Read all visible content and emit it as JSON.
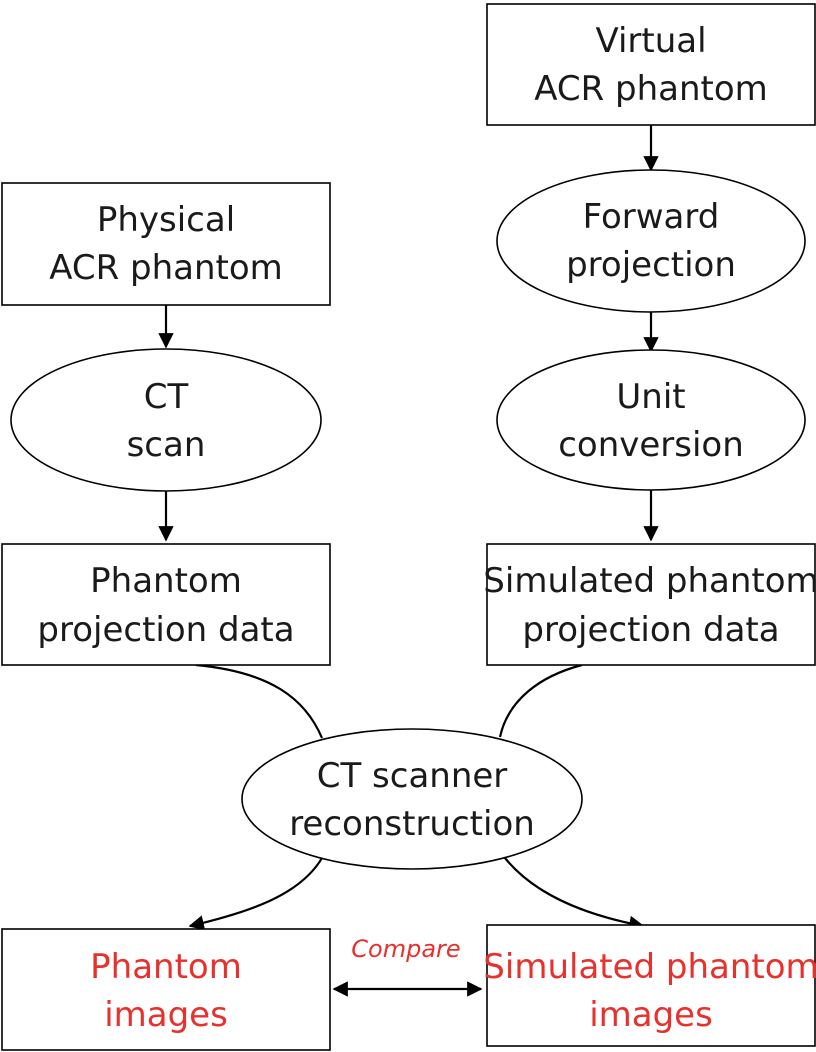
{
  "nodes": {
    "virtual_phantom": {
      "line1": "Virtual",
      "line2": "ACR phantom"
    },
    "physical_phantom": {
      "line1": "Physical",
      "line2": "ACR phantom"
    },
    "forward_projection": {
      "line1": "Forward",
      "line2": "projection"
    },
    "ct_scan": {
      "line1": "CT",
      "line2": "scan"
    },
    "unit_conversion": {
      "line1": "Unit",
      "line2": "conversion"
    },
    "phantom_projection_data": {
      "line1": "Phantom",
      "line2": "projection data"
    },
    "simulated_projection_data": {
      "line1": "Simulated phantom",
      "line2": "projection data"
    },
    "ct_reconstruction": {
      "line1": "CT scanner",
      "line2": "reconstruction"
    },
    "phantom_images": {
      "line1": "Phantom",
      "line2": "images"
    },
    "simulated_images": {
      "line1": "Simulated phantom",
      "line2": "images"
    }
  },
  "compare_label": "Compare",
  "colors": {
    "highlight": "#e8302c",
    "stroke": "#000000",
    "text": "#1a1a1a"
  }
}
